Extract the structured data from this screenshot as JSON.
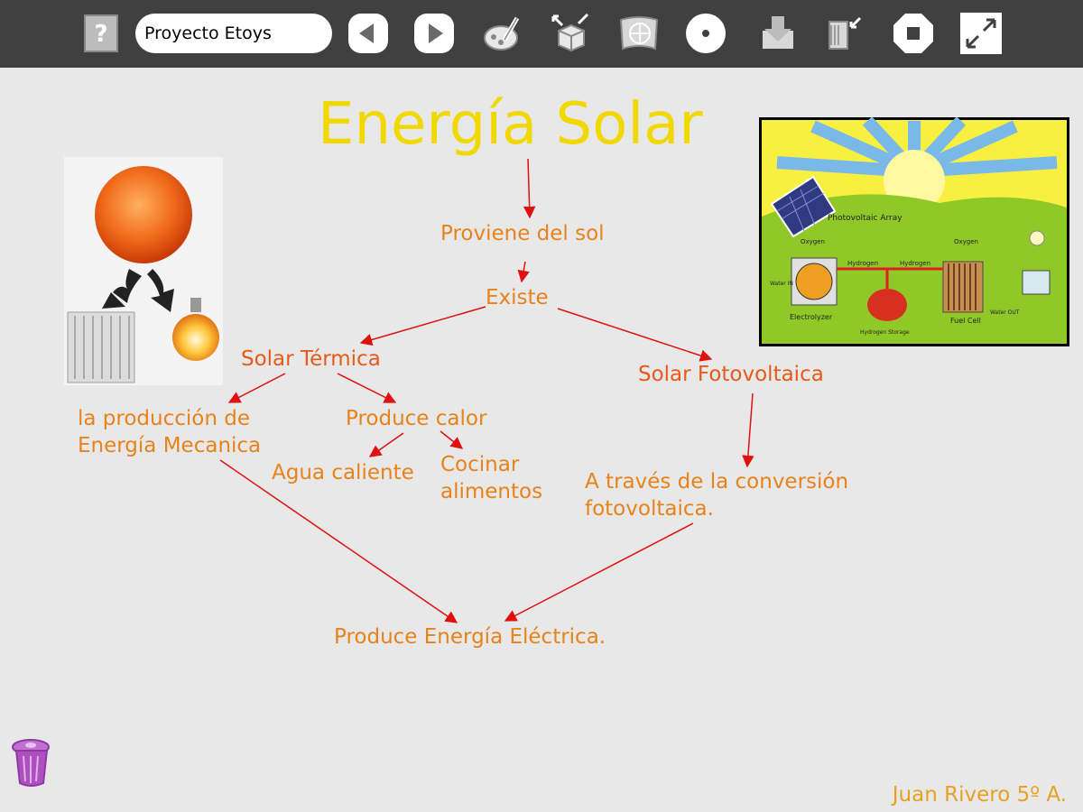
{
  "toolbar": {
    "project_name": "Proyecto Etoys",
    "icons": [
      "help-icon",
      "back-icon",
      "forward-icon",
      "paint-icon",
      "supplies-icon",
      "language-icon",
      "zoom-icon",
      "load-icon",
      "save-icon",
      "stop-icon",
      "fullscreen-icon"
    ]
  },
  "canvas": {
    "title": "Energía Solar",
    "nodes": {
      "proviene": "Proviene del sol",
      "existe": "Existe",
      "termica": "Solar Térmica",
      "fotovoltaica": "Solar Fotovoltaica",
      "produccion_l1": "la producción de",
      "produccion_l2": "Energía Mecanica",
      "calor": "Produce calor",
      "agua": "Agua caliente",
      "cocinar_l1": "Cocinar",
      "cocinar_l2": "alimentos",
      "conversion_l1": "A través de la conversión",
      "conversion_l2": "fotovoltaica.",
      "electrica": "Produce Energía Eléctrica."
    },
    "author": "Juan Rivero 5º A.",
    "diagram_labels": {
      "array": "Photovoltaic Array",
      "oxygen1": "Oxygen",
      "oxygen2": "Oxygen",
      "hydrogen1": "Hydrogen",
      "hydrogen2": "Hydrogen",
      "water_in": "Water IN",
      "water_out": "Water OUT",
      "electrolyzer": "Electrolyzer",
      "storage": "Hydrogen Storage",
      "fuelcell": "Fuel Cell"
    }
  },
  "colors": {
    "title": "#f0d800",
    "orange": "#e8821a",
    "red_text": "#e85a1a",
    "arrow": "#e01010",
    "toolbar": "#404040",
    "background": "#e8e8e8"
  }
}
